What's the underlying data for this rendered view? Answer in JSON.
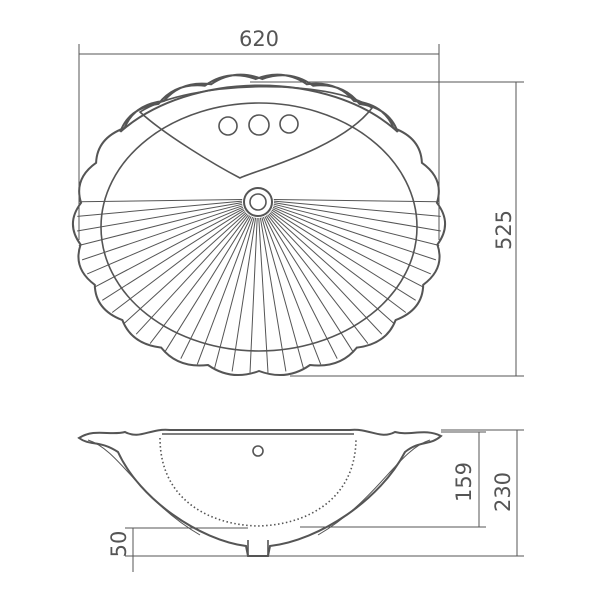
{
  "top_view": {
    "width_label": "620",
    "depth_label": "525",
    "tap_holes": 3,
    "ribs": 36,
    "scallops": 28
  },
  "side_view": {
    "basin_depth_label": "159",
    "total_height_label": "230",
    "drain_label": "50"
  },
  "colors": {
    "stroke": "#555555",
    "background": "#ffffff"
  }
}
